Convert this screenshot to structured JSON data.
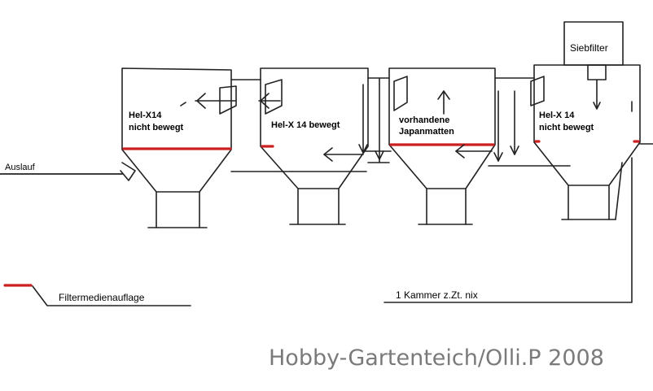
{
  "labels": {
    "siebfilter": "Siebfilter",
    "auslauf": "Auslauf",
    "chamber1_line1": "Hel-X14",
    "chamber1_line2": "nicht bewegt",
    "chamber2": "Hel-X 14 bewegt",
    "chamber3_line1": "vorhandene",
    "chamber3_line2": "Japanmatten",
    "chamber4_line1": "Hel-X 14",
    "chamber4_line2": "nicht bewegt",
    "legend": "Filtermedienauflage",
    "kammer": "1 Kammer z.Zt. nix",
    "watermark": "Hobby-Gartenteich/Olli.P 2008"
  },
  "colors": {
    "media_support": "#cc1f1f",
    "line": "#222222",
    "watermark": "#7a7a7a"
  }
}
